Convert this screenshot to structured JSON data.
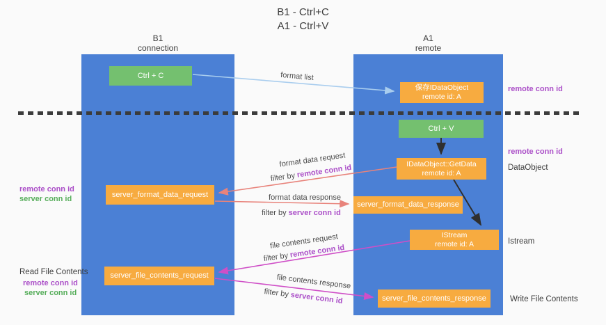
{
  "title": {
    "line1": "B1 - Ctrl+C",
    "line2": "A1 - Ctrl+V"
  },
  "columns": {
    "left": {
      "name": "B1",
      "role": "connection"
    },
    "right": {
      "name": "A1",
      "role": "remote"
    }
  },
  "nodes": {
    "ctrl_c": "Ctrl + C",
    "ctrl_v": "Ctrl + V",
    "save_dataobject": {
      "line1": "保存IDataObject",
      "line2": "remote id: A"
    },
    "getdata": {
      "line1": "IDataObject::GetData",
      "line2": "remote id: A"
    },
    "istream": {
      "line1": "IStream",
      "line2": "remote id: A"
    },
    "format_request": "server_format_data_request",
    "format_response": "server_format_data_response",
    "file_request": "server_file_contents_request",
    "file_response": "server_file_contents_response"
  },
  "edge_labels": {
    "format_list": "format list",
    "format_data_request": "format data request",
    "format_data_response": "format data response",
    "file_contents_request": "file contents request",
    "file_contents_response": "file contents response",
    "filter_by": "filter by",
    "remote_conn_id": "remote conn id",
    "server_conn_id": "server conn id"
  },
  "side_labels": {
    "left": {
      "remote_conn_id": "remote conn id",
      "server_conn_id": "server conn id",
      "read_file_contents": "Read File Contents",
      "remote_conn_id_2": "remote conn id",
      "server_conn_id_2": "server conn id"
    },
    "right": {
      "remote_conn_id_top": "remote conn id",
      "remote_conn_id_mid": "remote conn id",
      "dataobject": "DataObject",
      "istream": "Istream",
      "write_file_contents": "Write File Contents"
    }
  },
  "colors": {
    "background": "#fafafa",
    "lane_blue": "#4b80d5",
    "node_green": "#74c06f",
    "node_orange": "#f7ab40",
    "arrow_black": "#2f2f2f",
    "arrow_salmon": "#e8837b",
    "arrow_magenta": "#cf4fc7",
    "arrow_lightblue": "#a9cdee",
    "label_purple": "#ab4fc8",
    "label_green": "#56ad5a",
    "text_dark": "#3c3c3c"
  }
}
